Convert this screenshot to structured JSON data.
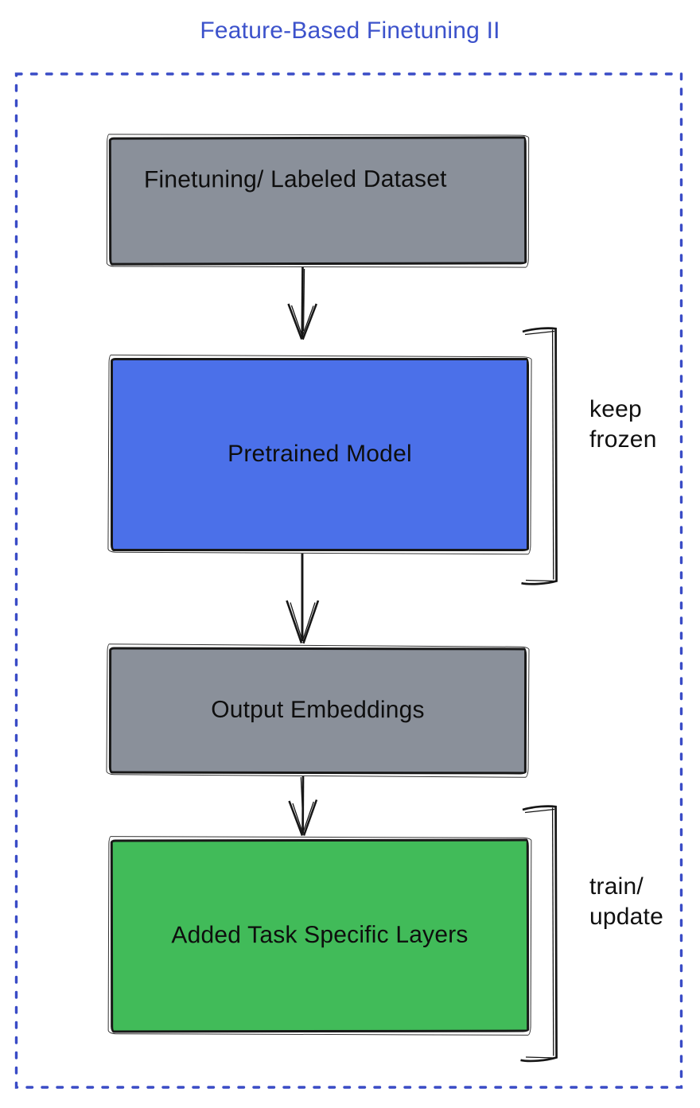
{
  "title": {
    "text": "Feature-Based Finetuning II",
    "color": "#3c52cb"
  },
  "colors": {
    "frame_blue": "#3a4cc6",
    "box_gray": "#8a909a",
    "box_blue": "#4b70e9",
    "box_green": "#41bb59",
    "ink": "#161616"
  },
  "boxes": {
    "dataset": {
      "label": "Finetuning/ Labeled Dataset",
      "fill": "#8a909a"
    },
    "pretrained": {
      "label": "Pretrained Model",
      "fill": "#4b70e9"
    },
    "embeddings": {
      "label": "Output Embeddings",
      "fill": "#8a909a"
    },
    "task_layers": {
      "label": "Added Task Specific Layers",
      "fill": "#41bb59"
    }
  },
  "annotations": {
    "keep_frozen": {
      "text": "keep\nfrozen"
    },
    "train_update": {
      "text": "train/\nupdate"
    }
  }
}
